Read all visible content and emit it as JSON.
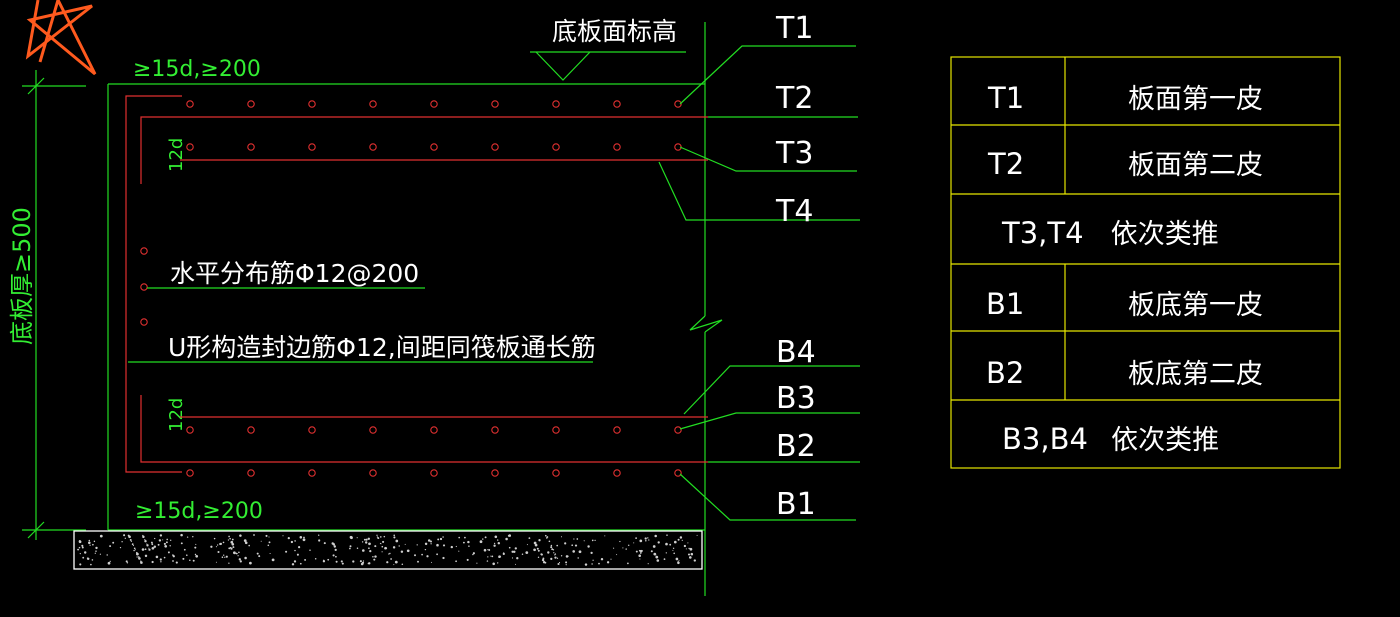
{
  "colors": {
    "background": "#000000",
    "line": "#22dd22",
    "rebar": "#e03030",
    "table_border": "#e6e600",
    "text": "#ffffff",
    "dim_text": "#33ee33",
    "star": "#ff5a1e"
  },
  "drawing": {
    "elevation_label": "底板面标高",
    "top_anchor_note": "≥15d,≥200",
    "bottom_anchor_note": "≥15d,≥200",
    "top_bend_note": "12d",
    "bottom_bend_note": "12d",
    "thickness_note": "底板厚≥500",
    "horizontal_bar_note": "水平分布筋Φ12@200",
    "u_bar_note": "U形构造封边筋Φ12,间距同筏板通长筋",
    "layer_tags": [
      "T1",
      "T2",
      "T3",
      "T4",
      "B4",
      "B3",
      "B2",
      "B1"
    ]
  },
  "legend": {
    "rows": [
      {
        "code": "T1",
        "desc": "板面第一皮"
      },
      {
        "code": "T2",
        "desc": "板面第二皮"
      },
      {
        "code": "T3,T4",
        "desc": "依次类推"
      },
      {
        "code": "B1",
        "desc": "板底第一皮"
      },
      {
        "code": "B2",
        "desc": "板底第二皮"
      },
      {
        "code": "B3,B4",
        "desc": "依次类推"
      }
    ]
  }
}
